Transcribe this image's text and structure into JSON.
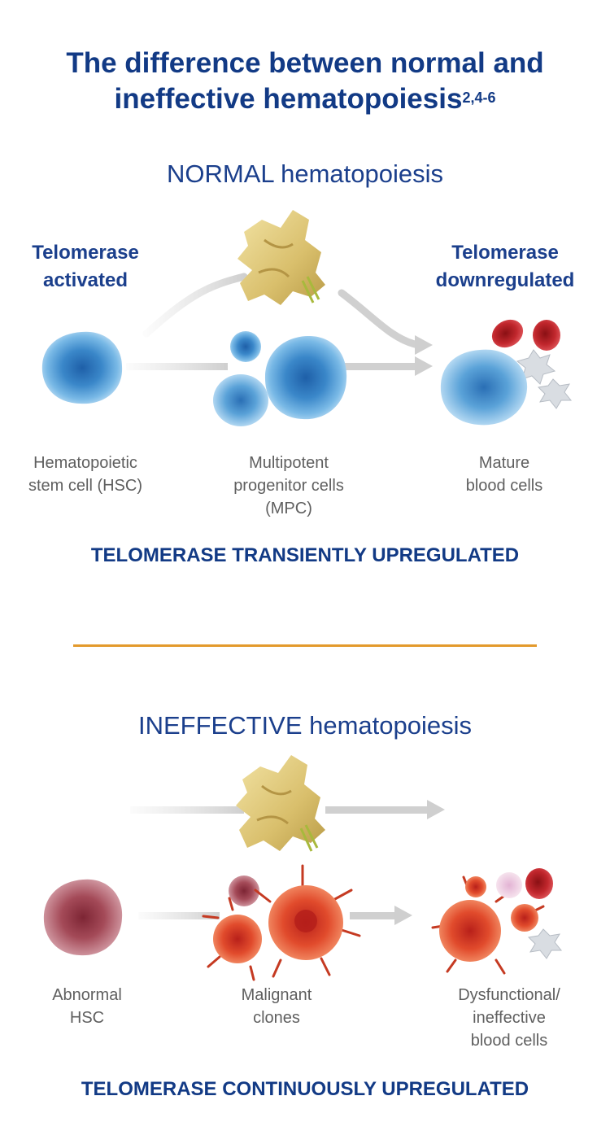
{
  "title": {
    "line1": "The difference between normal and",
    "line2": "ineffective hematopoiesis",
    "refs": "2,4-6"
  },
  "normal": {
    "section_title": "NORMAL hematopoiesis",
    "left_label": [
      "Telomerase",
      "activated"
    ],
    "right_label": [
      "Telomerase",
      "downregulated"
    ],
    "cells": [
      {
        "line1": "Hematopoietic",
        "line2": "stem cell (HSC)",
        "line3": ""
      },
      {
        "line1": "Multipotent",
        "line2": "progenitor cells",
        "line3": "(MPC)"
      },
      {
        "line1": "Mature",
        "line2": "blood cells",
        "line3": ""
      }
    ],
    "footer": "TELOMERASE TRANSIENTLY UPREGULATED"
  },
  "ineffective": {
    "section_title": "INEFFECTIVE hematopoiesis",
    "cells": [
      {
        "line1": "Abnormal",
        "line2": "HSC",
        "line3": ""
      },
      {
        "line1": "Malignant",
        "line2": "clones",
        "line3": ""
      },
      {
        "line1": "Dysfunctional/",
        "line2": "ineffective",
        "line3": "blood cells"
      }
    ],
    "footer": "TELOMERASE CONTINUOUSLY UPREGULATED"
  },
  "colors": {
    "title_blue": "#123a85",
    "divider_orange": "#e39a2c",
    "hsc_blue": "#3d8ccc",
    "abnormal_red": "#a8505e",
    "malignant_red": "#d9452a",
    "telomerase_yellow": "#d8c06c"
  },
  "icons": {
    "telomerase": "telomerase-protein-icon",
    "hsc": "hematopoietic-stem-cell-icon",
    "mpc": "progenitor-cell-icon",
    "red_cell": "red-blood-cell-icon",
    "platelet": "platelet-icon",
    "malignant": "malignant-cell-icon"
  }
}
